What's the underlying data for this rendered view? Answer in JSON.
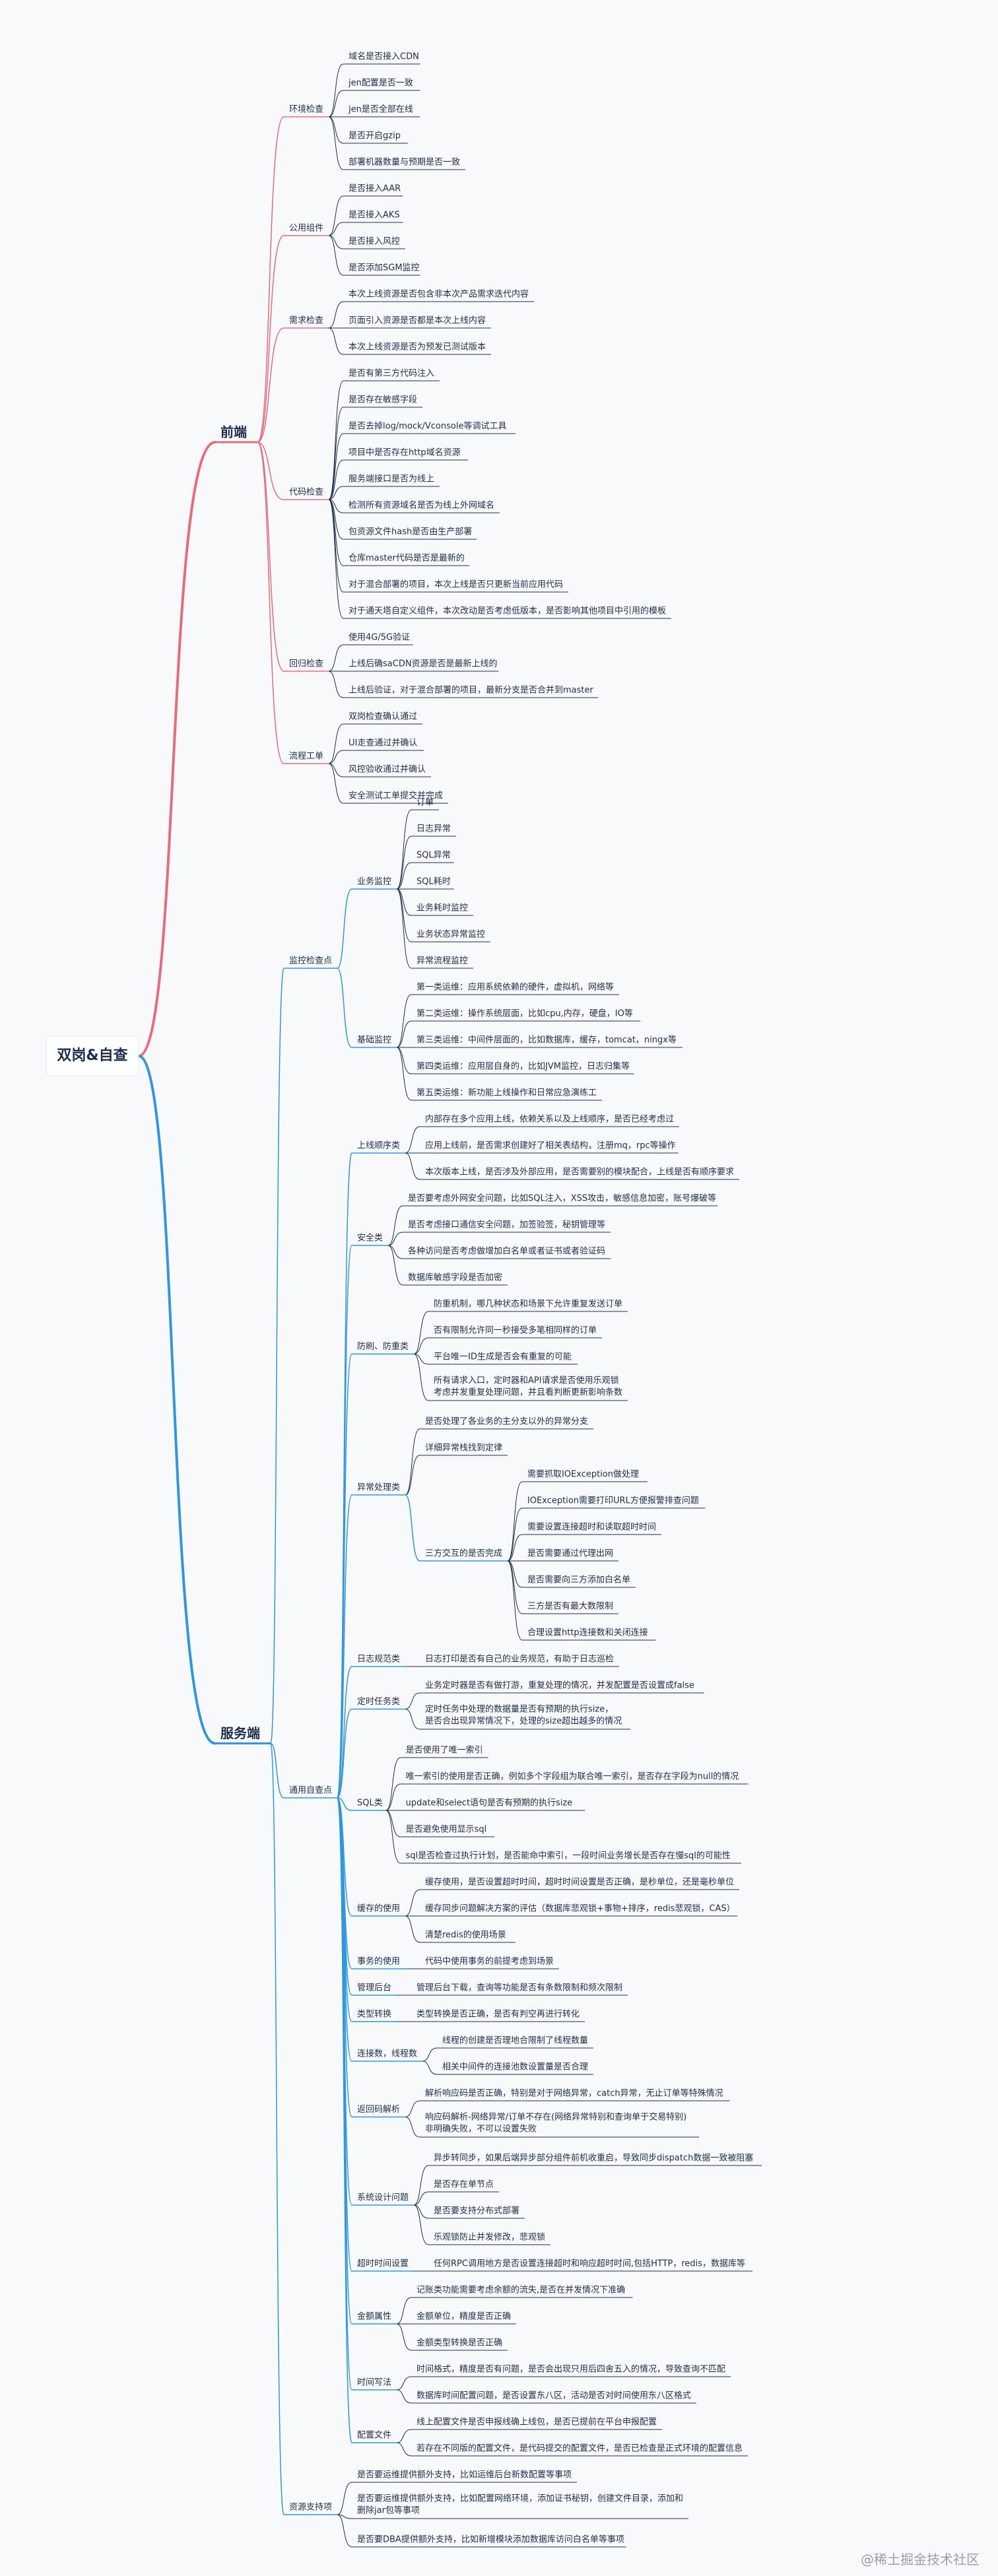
{
  "root": "双岗&自查",
  "watermark": "@稀土掘金技术社区",
  "colors": {
    "frontend": "#e76a7e",
    "backend": "#2f97df",
    "leaf_line": "#1f2d4a",
    "text": "#1f2d4a"
  },
  "branches": [
    {
      "label": "前端",
      "children": [
        {
          "label": "环境检查",
          "children": [
            {
              "label": "域名是否接入CDN"
            },
            {
              "label": "jen配置是否一致"
            },
            {
              "label": "jen是否全部在线"
            },
            {
              "label": "是否开启gzip"
            },
            {
              "label": "部署机器数量与预期是否一致"
            }
          ]
        },
        {
          "label": "公用组件",
          "children": [
            {
              "label": "是否接入AAR"
            },
            {
              "label": "是否接入AKS"
            },
            {
              "label": "是否接入风控"
            },
            {
              "label": "是否添加SGM监控"
            }
          ]
        },
        {
          "label": "需求检查",
          "children": [
            {
              "label": "本次上线资源是否包含非本次产品需求迭代内容"
            },
            {
              "label": "页面引入资源是否都是本次上线内容"
            },
            {
              "label": "本次上线资源是否为预发已测试版本"
            }
          ]
        },
        {
          "label": "代码检查",
          "children": [
            {
              "label": "是否有第三方代码注入"
            },
            {
              "label": "是否存在敏感字段"
            },
            {
              "label": "是否去掉log/mock/Vconsole等调试工具"
            },
            {
              "label": "项目中是否存在http域名资源"
            },
            {
              "label": "服务端接口是否为线上"
            },
            {
              "label": "检测所有资源域名是否为线上外网域名"
            },
            {
              "label": "包资源文件hash是否由生产部署"
            },
            {
              "label": "仓库master代码是否是最新的"
            },
            {
              "label": "对于混合部署的项目，本次上线是否只更新当前应用代码"
            },
            {
              "label": "对于通天塔自定义组件，本次改动是否考虑低版本，是否影响其他项目中引用的模板"
            }
          ]
        },
        {
          "label": "回归检查",
          "children": [
            {
              "label": "使用4G/5G验证"
            },
            {
              "label": "上线后确saCDN资源是否是最新上线的"
            },
            {
              "label": "上线后验证，对于混合部署的项目，最新分支是否合并到master"
            }
          ]
        },
        {
          "label": "流程工单",
          "children": [
            {
              "label": "双岗检查确认通过"
            },
            {
              "label": "UI走查通过并确认"
            },
            {
              "label": "风控验收通过并确认"
            },
            {
              "label": "安全测试工单提交并完成"
            }
          ]
        }
      ]
    },
    {
      "label": "服务端",
      "children": [
        {
          "label": "监控检查点",
          "children": [
            {
              "label": "业务监控",
              "children": [
                {
                  "label": "订单"
                },
                {
                  "label": "日志异常"
                },
                {
                  "label": "SQL异常"
                },
                {
                  "label": "SQL耗时"
                },
                {
                  "label": "业务耗时监控"
                },
                {
                  "label": "业务状态异常监控"
                },
                {
                  "label": "异常流程监控"
                }
              ]
            },
            {
              "label": "基础监控",
              "children": [
                {
                  "label": "第一类运维：应用系统依赖的硬件，虚拟机，网络等"
                },
                {
                  "label": "第二类运维：操作系统层面，比如cpu,内存，硬盘，IO等"
                },
                {
                  "label": "第三类运维：中间件层面的，比如数据库，缓存，tomcat，ningx等"
                },
                {
                  "label": "第四类运维：应用层自身的，比如JVM监控，日志归集等"
                },
                {
                  "label": "第五类运维：新功能上线操作和日常应急演练工"
                }
              ]
            }
          ]
        },
        {
          "label": "通用自查点",
          "children": [
            {
              "label": "上线顺序类",
              "children": [
                {
                  "label": "内部存在多个应用上线，依赖关系以及上线顺序，是否已经考虑过"
                },
                {
                  "label": "应用上线前，是否需求创建好了相关表结构，注册mq，rpc等操作"
                },
                {
                  "label": "本次版本上线，是否涉及外部应用，是否需要别的模块配合，上线是否有顺序要求"
                }
              ]
            },
            {
              "label": "安全类",
              "children": [
                {
                  "label": "是否要考虑外网安全问题，比如SQL注入，XSS攻击，敏感信息加密，账号爆破等"
                },
                {
                  "label": "是否考虑接口通信安全问题，加签验签，秘钥管理等"
                },
                {
                  "label": "各种访问是否考虑做增加白名单或者证书或者验证码"
                },
                {
                  "label": "数据库敏感字段是否加密"
                }
              ]
            },
            {
              "label": "防刷、防重类",
              "children": [
                {
                  "label": "防重机制，哪几种状态和场景下允许重复发送订单"
                },
                {
                  "label": "否有限制允许同一秒接受多笔相同样的订单"
                },
                {
                  "label": "平台唯一ID生成是否会有重复的可能"
                },
                {
                  "label": "所有请求入口，定时器和API请求是否使用乐观锁\n考虑并发重复处理问题，并且看判断更新影响条数"
                }
              ]
            },
            {
              "label": "异常处理类",
              "children": [
                {
                  "label": "是否处理了各业务的主分支以外的异常分支"
                },
                {
                  "label": "详细异常栈找到定律"
                },
                {
                  "label": "三方交互的是否完成",
                  "children": [
                    {
                      "label": "需要抓取IOException做处理"
                    },
                    {
                      "label": "IOException需要打印URL方便报警排查问题"
                    },
                    {
                      "label": "需要设置连接超时和读取超时时间"
                    },
                    {
                      "label": "是否需要通过代理出网"
                    },
                    {
                      "label": "是否需要向三方添加白名单"
                    },
                    {
                      "label": "三方是否有最大数限制"
                    },
                    {
                      "label": "合理设置http连接数和关闭连接"
                    }
                  ]
                }
              ]
            },
            {
              "label": "日志规范类",
              "children": [
                {
                  "label": "日志打印是否有自己的业务规范，有助于日志巡检"
                }
              ]
            },
            {
              "label": "定时任务类",
              "children": [
                {
                  "label": "业务定时器是否有做打游，重复处理的情况，并发配置是否设置成false"
                },
                {
                  "label": "定时任务中处理的数据量是否有预期的执行size，\n是否合出现异常情况下，处理的size超出越多的情况"
                }
              ]
            },
            {
              "label": "SQL类",
              "children": [
                {
                  "label": "是否使用了唯一索引"
                },
                {
                  "label": "唯一索引的使用是否正确，例如多个字段组为联合唯一索引，是否存在字段为null的情况"
                },
                {
                  "label": "update和select语句是否有预期的执行size"
                },
                {
                  "label": "是否避免使用显示sql"
                },
                {
                  "label": "sql是否检查过执行计划，是否能命中索引，一段时间业务增长是否存在慢sql的可能性"
                }
              ]
            },
            {
              "label": "缓存的使用",
              "children": [
                {
                  "label": "缓存使用，是否设置超时时间，超时时间设置是否正确，是秒单位，还是毫秒单位"
                },
                {
                  "label": "缓存同步问题解决方案的评估（数据库悲观锁+事物+排序，redis悲观锁，CAS）"
                },
                {
                  "label": "清楚redis的使用场景"
                }
              ]
            },
            {
              "label": "事务的使用",
              "children": [
                {
                  "label": "代码中使用事务的前提考虑到场景"
                }
              ]
            },
            {
              "label": "管理后台",
              "children": [
                {
                  "label": "管理后台下载，查询等功能是否有条数限制和频次限制"
                }
              ]
            },
            {
              "label": "类型转换",
              "children": [
                {
                  "label": "类型转换是否正确，是否有判空再进行转化"
                }
              ]
            },
            {
              "label": "连接数，线程数",
              "children": [
                {
                  "label": "线程的创建是否理地合限制了线程数量"
                },
                {
                  "label": "相关中间件的连接池数设置量是否合理"
                }
              ]
            },
            {
              "label": "返回码解析",
              "children": [
                {
                  "label": "解析响应码是否正确，特别是对于网络异常，catch异常，无止订单等特殊情况"
                },
                {
                  "label": "响应码解析-网络异常/订单不存在(网络异常特别和查询单于交易特别)\n非明确失败，不可以设置失败"
                }
              ]
            },
            {
              "label": "系统设计问题",
              "children": [
                {
                  "label": "异步转同步，如果后端异步部分组件前机收重启，导致同步dispatch数据一致被阻塞"
                },
                {
                  "label": "是否存在单节点"
                },
                {
                  "label": "是否要支持分布式部署"
                },
                {
                  "label": "乐观锁防止并发修改，悲观锁"
                }
              ]
            },
            {
              "label": "超时时间设置",
              "children": [
                {
                  "label": "任何RPC调用地方是否设置连接超时和响应超时时间,包括HTTP，redis，数据库等"
                }
              ]
            },
            {
              "label": "金额属性",
              "children": [
                {
                  "label": "记账类功能需要考虑余额的流失,是否在并发情况下准确"
                },
                {
                  "label": "金额单位，精度是否正确"
                },
                {
                  "label": "金额类型转换是否正确"
                }
              ]
            },
            {
              "label": "时间写法",
              "children": [
                {
                  "label": "时间格式，精度是否有问题，是否会出现只用后四舍五入的情况，导致查询不匹配"
                },
                {
                  "label": "数据库时间配置问题，是否设置东八区，活动是否对时间使用东八区格式"
                }
              ]
            },
            {
              "label": "配置文件",
              "children": [
                {
                  "label": "线上配置文件是否申报线确上线包，是否已提前在平台申报配置"
                },
                {
                  "label": "若存在不同版的配置文件，是代码提交的配置文件，是否已检查是正式环境的配置信息"
                }
              ]
            }
          ]
        },
        {
          "label": "资源支持项",
          "children": [
            {
              "label": "是否要运维提供额外支持，比如运维后台新数配置等事项"
            },
            {
              "label": "是否要运维提供额外支持，比如配置网络环境，添加证书秘钥，创建文件目录，添加和\n删除jar包等事项"
            },
            {
              "label": "是否要DBA提供额外支持，比如新增模块添加数据库访问白名单等事项"
            }
          ]
        }
      ]
    }
  ]
}
